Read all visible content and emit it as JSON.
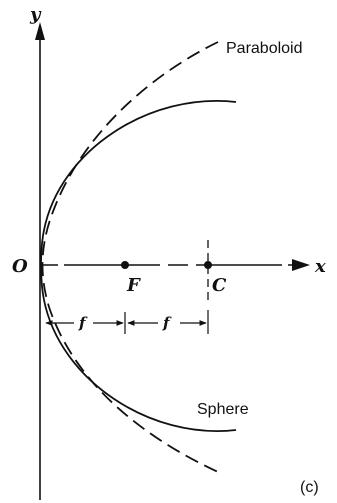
{
  "diagram": {
    "axis_labels": {
      "y": "y",
      "x": "x",
      "origin": "O"
    },
    "points": {
      "focus": "F",
      "center": "C"
    },
    "curve_labels": {
      "paraboloid": "Paraboloid",
      "sphere": "Sphere"
    },
    "dimension_labels": {
      "f1": "f",
      "f2": "f"
    },
    "panel_label": "(c)",
    "colors": {
      "ink": "#111111",
      "background": "#ffffff"
    }
  }
}
